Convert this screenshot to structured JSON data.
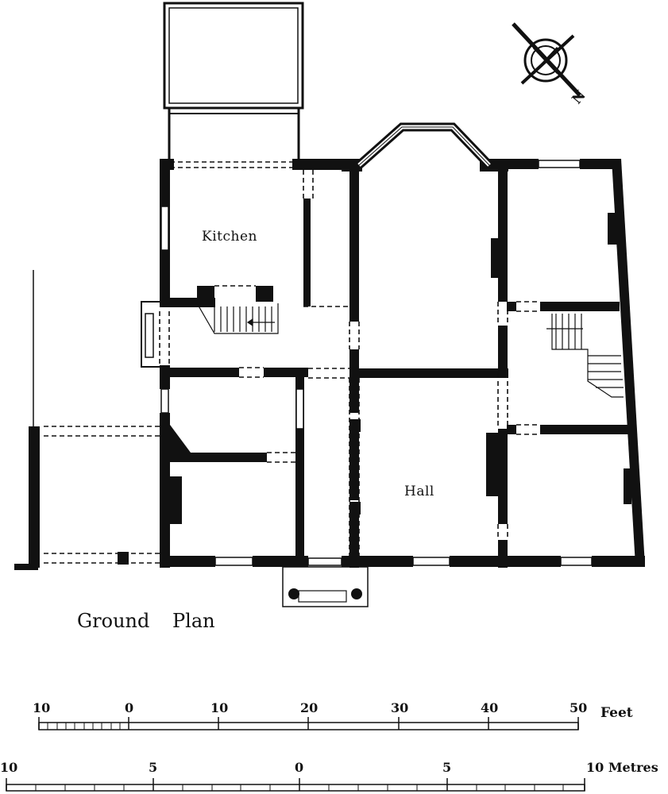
{
  "plan": {
    "title_word_1": "Ground",
    "title_word_2": "Plan",
    "rooms": {
      "kitchen": "Kitchen",
      "hall": "Hall"
    },
    "north_label": "N"
  },
  "scale_feet": {
    "ticks": [
      "10",
      "0",
      "10",
      "20",
      "30",
      "40",
      "50"
    ],
    "unit": "Feet"
  },
  "scale_metres": {
    "ticks": [
      "10",
      "5",
      "0",
      "5"
    ],
    "end_label": "10 Metres"
  }
}
